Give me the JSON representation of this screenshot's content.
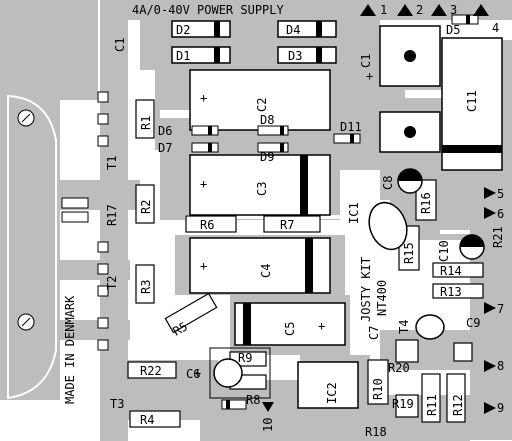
{
  "title": "4A/0-40V POWER SUPPLY",
  "side_text": "MADE IN DENMARK",
  "kit_text": "JOSTY KIT",
  "ic_text": "NT400",
  "terminals": [
    "1",
    "2",
    "3",
    "4",
    "5",
    "6",
    "7",
    "8",
    "9",
    "10"
  ],
  "components": {
    "d1": "D1",
    "d2": "D2",
    "d3": "D3",
    "d4": "D4",
    "d5": "D5",
    "d6": "D6",
    "d7": "D7",
    "d8": "D8",
    "d9": "D9",
    "d11": "D11",
    "c1": "C1",
    "c1b": "C1",
    "c2": "C2",
    "c3": "C3",
    "c4": "C4",
    "c5": "C5",
    "c6": "C6",
    "c7": "C7",
    "c8": "C8",
    "c9": "C9",
    "c10": "C10",
    "c11": "C11",
    "r1": "R1",
    "r2": "R2",
    "r3": "R3",
    "r4": "R4",
    "r5": "R5",
    "r6": "R6",
    "r7": "R7",
    "r8": "R8",
    "r9": "R9",
    "r10": "R10",
    "r11": "R11",
    "r12": "R12",
    "r13": "R13",
    "r14": "R14",
    "r15": "R15",
    "r16": "R16",
    "r17": "R17",
    "r18": "R18",
    "r19": "R19",
    "r20": "R20",
    "r21": "R21",
    "r22": "R22",
    "t1": "T1",
    "t2": "T2",
    "t3": "T3",
    "t4": "T4",
    "ic1": "IC1",
    "ic2": "IC2"
  },
  "colors": {
    "copper": "#bdbdbd",
    "ink": "#000000",
    "board": "#ffffff"
  }
}
